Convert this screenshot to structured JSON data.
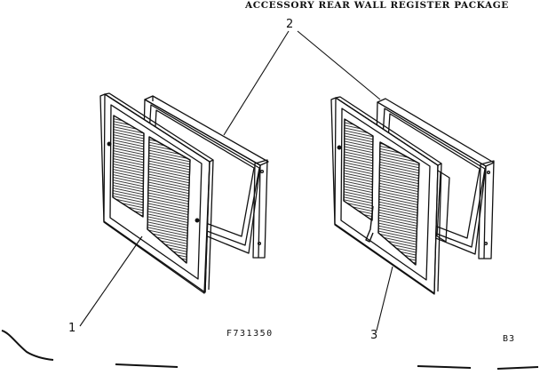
{
  "title": "ACCESSORY REAR WALL REGISTER PACKAGE",
  "callouts": {
    "part1": "1",
    "part2": "2",
    "part3": "3"
  },
  "figure_number": "F731350",
  "page_ref": "B3"
}
